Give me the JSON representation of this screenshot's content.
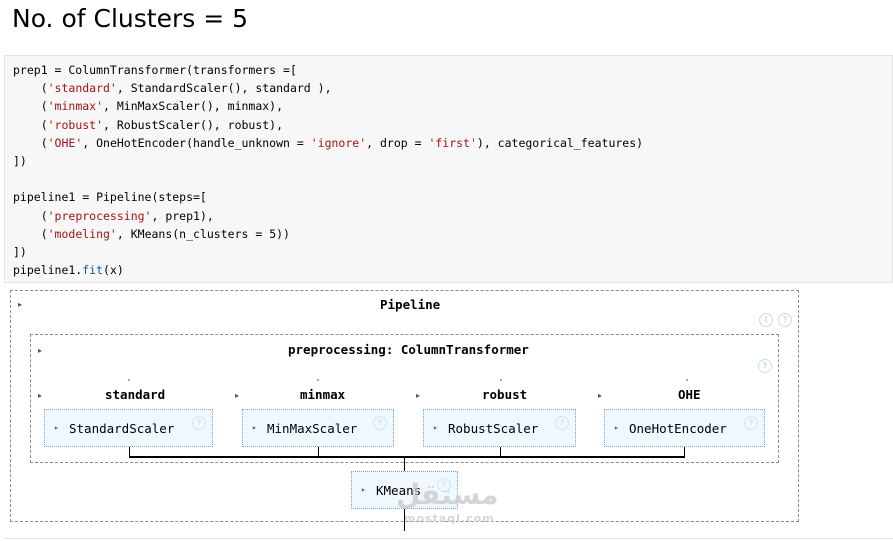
{
  "heading": "No. of Clusters = 5",
  "code": [
    [
      {
        "t": "prep1 = ColumnTransformer(transformers =["
      }
    ],
    [
      {
        "t": "    ("
      },
      {
        "t": "'standard'",
        "c": "str"
      },
      {
        "t": ", StandardScaler(), standard ),"
      }
    ],
    [
      {
        "t": "    ("
      },
      {
        "t": "'minmax'",
        "c": "str"
      },
      {
        "t": ", MinMaxScaler(), minmax),"
      }
    ],
    [
      {
        "t": "    ("
      },
      {
        "t": "'robust'",
        "c": "str"
      },
      {
        "t": ", RobustScaler(), robust),"
      }
    ],
    [
      {
        "t": "    ("
      },
      {
        "t": "'OHE'",
        "c": "str"
      },
      {
        "t": ", OneHotEncoder(handle_unknown = "
      },
      {
        "t": "'ignore'",
        "c": "str"
      },
      {
        "t": ", drop = "
      },
      {
        "t": "'first'",
        "c": "str"
      },
      {
        "t": "), categorical_features)"
      }
    ],
    [
      {
        "t": "])"
      }
    ],
    [
      {
        "t": ""
      }
    ],
    [
      {
        "t": "pipeline1 = Pipeline(steps=["
      }
    ],
    [
      {
        "t": "    ("
      },
      {
        "t": "'preprocessing'",
        "c": "str"
      },
      {
        "t": ", prep1),"
      }
    ],
    [
      {
        "t": "    ("
      },
      {
        "t": "'modeling'",
        "c": "str"
      },
      {
        "t": ", KMeans(n_clusters = 5))"
      }
    ],
    [
      {
        "t": "])"
      }
    ],
    [
      {
        "t": "pipeline1."
      },
      {
        "t": "fit",
        "c": "kw"
      },
      {
        "t": "(x)"
      }
    ]
  ],
  "diagram": {
    "pipeline_label": "Pipeline",
    "preprocessing_label": "preprocessing: ColumnTransformer",
    "branches": [
      {
        "name": "standard",
        "estimator": "StandardScaler"
      },
      {
        "name": "minmax",
        "estimator": "MinMaxScaler"
      },
      {
        "name": "robust",
        "estimator": "RobustScaler"
      },
      {
        "name": "OHE",
        "estimator": "OneHotEncoder"
      }
    ],
    "final_estimator": "KMeans",
    "info_glyph": "i",
    "help_glyph": "?",
    "collapse_glyph": "▸"
  },
  "watermark": {
    "main": "مستقل",
    "sub": "mostaql.com"
  }
}
